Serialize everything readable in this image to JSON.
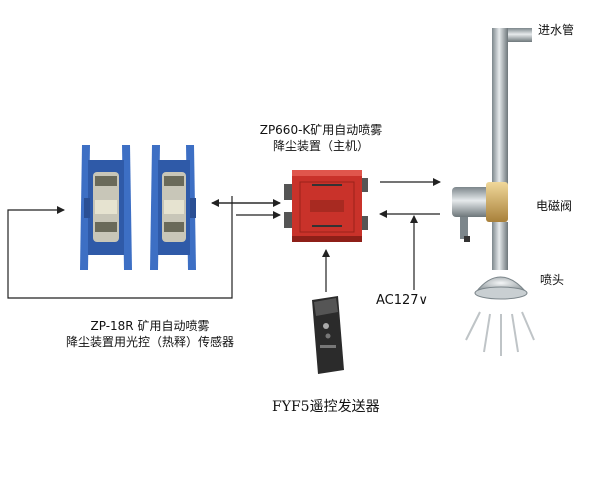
{
  "host": {
    "title_line1": "ZP660-K矿用自动喷雾",
    "title_line2": "降尘装置（主机）"
  },
  "sensor": {
    "title_line1": "ZP-18R 矿用自动喷雾",
    "title_line2": "降尘装置用光控（热释）传感器"
  },
  "remote": {
    "label": "FYF5遥控发送器"
  },
  "power": {
    "label": "AC127∨"
  },
  "water_pipe": {
    "label": "进水管"
  },
  "valve": {
    "label": "电磁阀"
  },
  "nozzle": {
    "label": "喷头"
  },
  "colors": {
    "sensor_body": "#3d6fc4",
    "host_body": "#c9322a",
    "pipe": "#b8c0c4",
    "valve_brass": "#d8b060"
  }
}
